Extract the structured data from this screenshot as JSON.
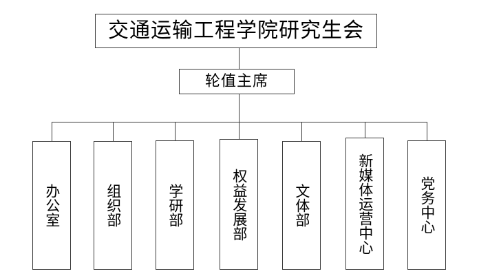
{
  "diagram": {
    "type": "organizational-chart",
    "orientation": "top-down",
    "line_color": "#3a3a3a",
    "background_color": "#ffffff",
    "text_color": "#000000",
    "root": {
      "label": "交通运输工程学院研究生会"
    },
    "chair": {
      "label": "轮值主席"
    },
    "departments": [
      {
        "label": "办公室"
      },
      {
        "label": "组织部"
      },
      {
        "label": "学研部"
      },
      {
        "label": "权益发展部"
      },
      {
        "label": "文体部"
      },
      {
        "label": "新媒体运营中心"
      },
      {
        "label": "党务中心"
      }
    ]
  }
}
